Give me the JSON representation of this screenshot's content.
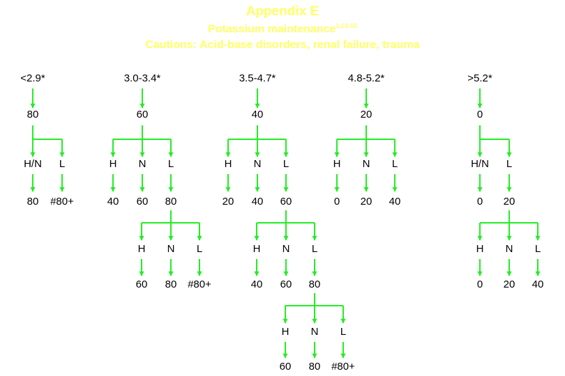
{
  "header": {
    "title": "Appendix E",
    "subtitle": "Potassium maintenance",
    "subtitle_sup": "1,13-15",
    "cautions": "Cautions: Acid-base disorders, renal failure, trauma"
  },
  "colors": {
    "arrow": "#22ee22",
    "title": "#ffff66",
    "text": "#000000"
  },
  "tree": [
    {
      "label": "<2.9*",
      "dose": "80",
      "levels": [
        "H/N",
        "L"
      ],
      "results": [
        "80",
        "#80+"
      ]
    },
    {
      "label": "3.0-3.4*",
      "dose": "60",
      "levels": [
        "H",
        "N",
        "L"
      ],
      "results": [
        "40",
        "60",
        "80"
      ],
      "next": {
        "levels": [
          "H",
          "N",
          "L"
        ],
        "results": [
          "60",
          "80",
          "#80+"
        ]
      }
    },
    {
      "label": "3.5-4.7*",
      "dose": "40",
      "levels": [
        "H",
        "N",
        "L"
      ],
      "results": [
        "20",
        "40",
        "60"
      ],
      "next": {
        "levels": [
          "H",
          "N",
          "L"
        ],
        "results": [
          "40",
          "60",
          "80"
        ],
        "next": {
          "levels": [
            "H",
            "N",
            "L"
          ],
          "results": [
            "60",
            "80",
            "#80+"
          ]
        }
      }
    },
    {
      "label": "4.8-5.2*",
      "dose": "20",
      "levels": [
        "H",
        "N",
        "L"
      ],
      "results": [
        "0",
        "20",
        "40"
      ]
    },
    {
      "label": ">5.2*",
      "dose": "0",
      "levels": [
        "H/N",
        "L"
      ],
      "results": [
        "0",
        "20"
      ],
      "next": {
        "levels": [
          "H",
          "N",
          "L"
        ],
        "results": [
          "0",
          "20",
          "40"
        ]
      }
    }
  ]
}
